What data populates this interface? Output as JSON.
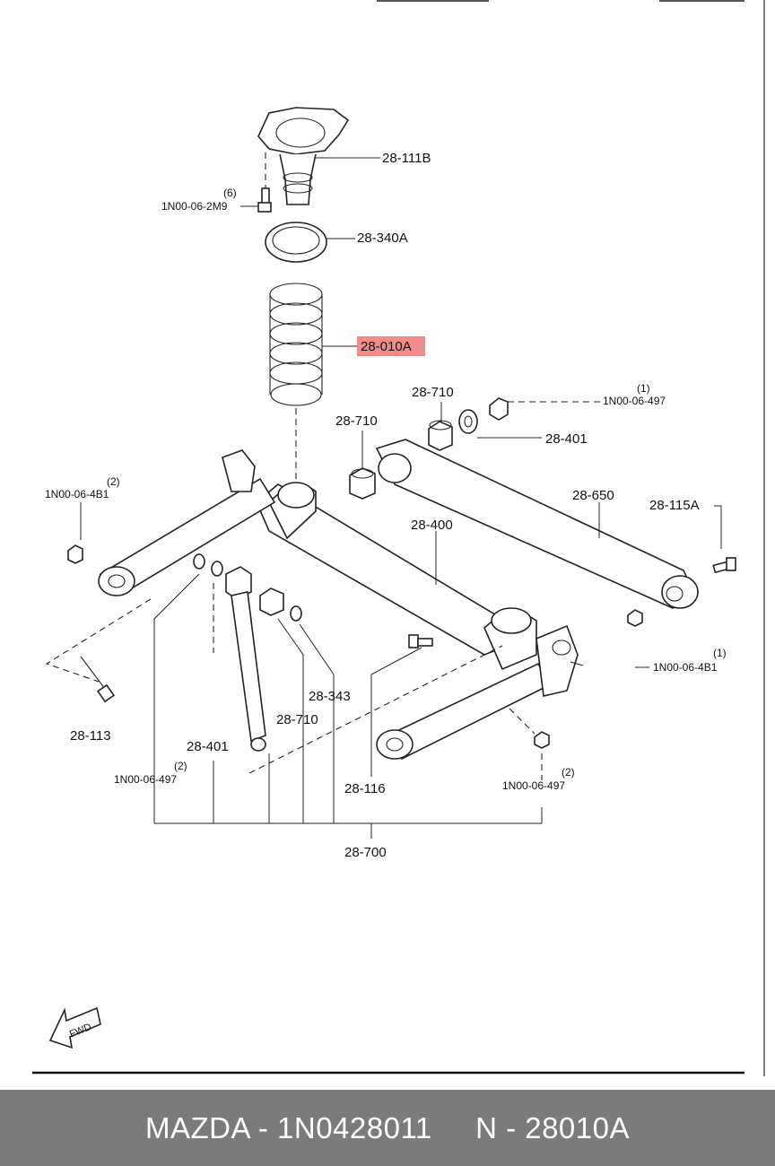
{
  "labels": {
    "p28_111B": "28-111B",
    "p1N00_06_2M9": "1N00-06-2M9",
    "qty_6": "(6)",
    "p28_340A": "28-340A",
    "p28_010A": "28-010A",
    "p28_710_top": "28-710",
    "qty_1_top": "(1)",
    "p1N00_06_497_top": "1N00-06-497",
    "p28_710_mid": "28-710",
    "p28_401_top": "28-401",
    "p28_650": "28-650",
    "p28_115A": "28-115A",
    "qty_2_left": "(2)",
    "p1N00_06_4B1_left": "1N00-06-4B1",
    "p28_400": "28-400",
    "qty_1_right": "(1)",
    "p1N00_06_4B1_right": "1N00-06-4B1",
    "p28_343": "28-343",
    "p28_710_low": "28-710",
    "p28_113": "28-113",
    "p28_401_low": "28-401",
    "qty_2_bottom_left": "(2)",
    "p1N00_06_497_bottom_left": "1N00-06-497",
    "p28_116": "28-116",
    "qty_2_bottom_right": "(2)",
    "p1N00_06_497_bottom_right": "1N00-06-497",
    "p28_700": "28-700",
    "fwd": "FWD"
  },
  "highlight": {
    "part": "28-010A",
    "color": "#f28b8b"
  },
  "footer": {
    "brand_part": "MAZDA - 1N0428011",
    "ref": "N - 28010A",
    "background": "#7b7b7b"
  }
}
